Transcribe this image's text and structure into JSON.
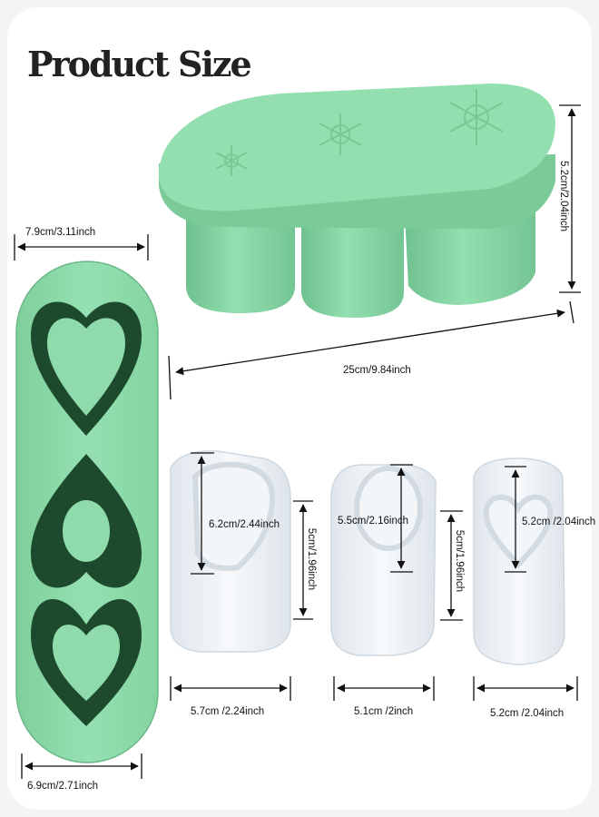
{
  "title": "Product Size",
  "colors": {
    "mold_light": "#8fdbab",
    "mold_mid": "#7acb98",
    "mold_dark": "#1e4f2f",
    "ice": "#e8eef2"
  },
  "dimensions": {
    "tray_top_width": "7.9cm/3.11inch",
    "tray_bottom_width": "6.9cm/2.71inch",
    "mold_height": "5.2cm/2.04inch",
    "mold_length": "25cm/9.84inch",
    "ice1_height": "6.2cm/2.44inch",
    "ice1_body": "5cm/1.96inch",
    "ice1_width": "5.7cm /2.24inch",
    "ice2_height": "5.5cm/2.16inch",
    "ice2_body": "5cm/1.96inch",
    "ice2_width": "5.1cm /2inch",
    "ice3_height": "5.2cm /2.04inch",
    "ice3_width": "5.2cm /2.04inch"
  }
}
